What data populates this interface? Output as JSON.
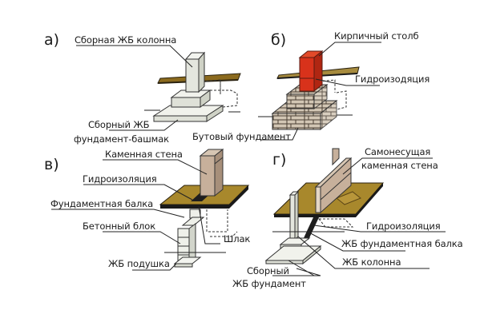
{
  "title": "Типы фундаментов",
  "colors": {
    "ground": "#8b6a1e",
    "ground_edge": "#2a2210",
    "concrete": "#e9ebe4",
    "brick": "#d8321b",
    "stone": "#d2c6b4",
    "wall": "#c7b09b",
    "waterproofing": "#1e1e1e"
  },
  "panels": [
    {
      "letter": "а)",
      "labels": [
        "Сборная ЖБ колонна",
        "Сборный ЖБ",
        "фундамент-башмак"
      ]
    },
    {
      "letter": "б)",
      "labels": [
        "Кирпичный столб",
        "Гидроизодяция",
        "Бутовый фундамент"
      ]
    },
    {
      "letter": "в)",
      "labels": [
        "Каменная стена",
        "Гидроизоляция",
        "Фундаментная балка",
        "Бетонный блок",
        "Шлак",
        "ЖБ подушка"
      ]
    },
    {
      "letter": "г)",
      "labels": [
        "Самонесущая",
        "каменная стена",
        "Гидроизоляция",
        "ЖБ фундаментная балка",
        "ЖБ колонна",
        "Сборный",
        "ЖБ фундамент"
      ]
    }
  ]
}
